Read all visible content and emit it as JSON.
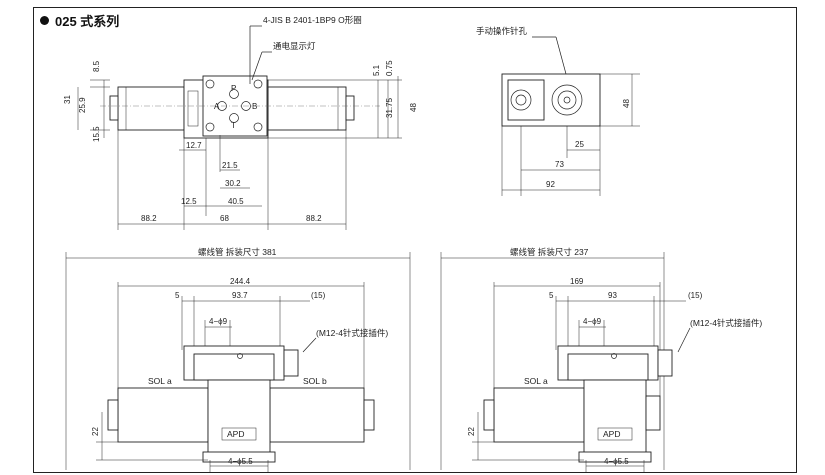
{
  "header": {
    "title": "025 式系列"
  },
  "top_view": {
    "notes": {
      "oring": "4-JIS B 2401-1BP9 O形圈",
      "lamp": "通电显示灯"
    },
    "dims": {
      "d8_5": "8.5",
      "d25_9": "25.9",
      "d31": "31",
      "d15_5": "15.5",
      "d5_1": "5.1",
      "d0_75": "0.75",
      "d31_75": "31.75",
      "d48": "48",
      "d12_7": "12.7",
      "d21_5": "21.5",
      "d30_2": "30.2",
      "d40_5": "40.5",
      "d12_5": "12.5",
      "d88_2_left": "88.2",
      "d68": "68",
      "d88_2_right": "88.2"
    },
    "ports": {
      "p": "P",
      "t": "T",
      "a": "A",
      "b": "B"
    }
  },
  "side_view": {
    "note": "手动操作针孔",
    "dims": {
      "d48": "48",
      "d25": "25",
      "d73": "73",
      "d92": "92"
    }
  },
  "left_front": {
    "removal": "螺线管 拆装尺寸 381",
    "dims": {
      "d244_4": "244.4",
      "d5": "5",
      "d93_7": "93.7",
      "d15": "(15)",
      "d4phi9": "4−ϕ9",
      "d22": "22",
      "d4phi5_5": "4−ϕ5.5"
    },
    "connector": "(M12-4针式接插件)",
    "sol_a": "SOL a",
    "sol_b": "SOL b",
    "brand": "APD"
  },
  "right_front": {
    "removal": "螺线管 拆装尺寸 237",
    "dims": {
      "d169": "169",
      "d5": "5",
      "d93": "93",
      "d15": "(15)",
      "d4phi9": "4−ϕ9",
      "d22": "22",
      "d4phi5_5": "4−ϕ5.5"
    },
    "connector": "(M12-4针式接插件)",
    "sol_a": "SOL a",
    "brand": "APD"
  }
}
